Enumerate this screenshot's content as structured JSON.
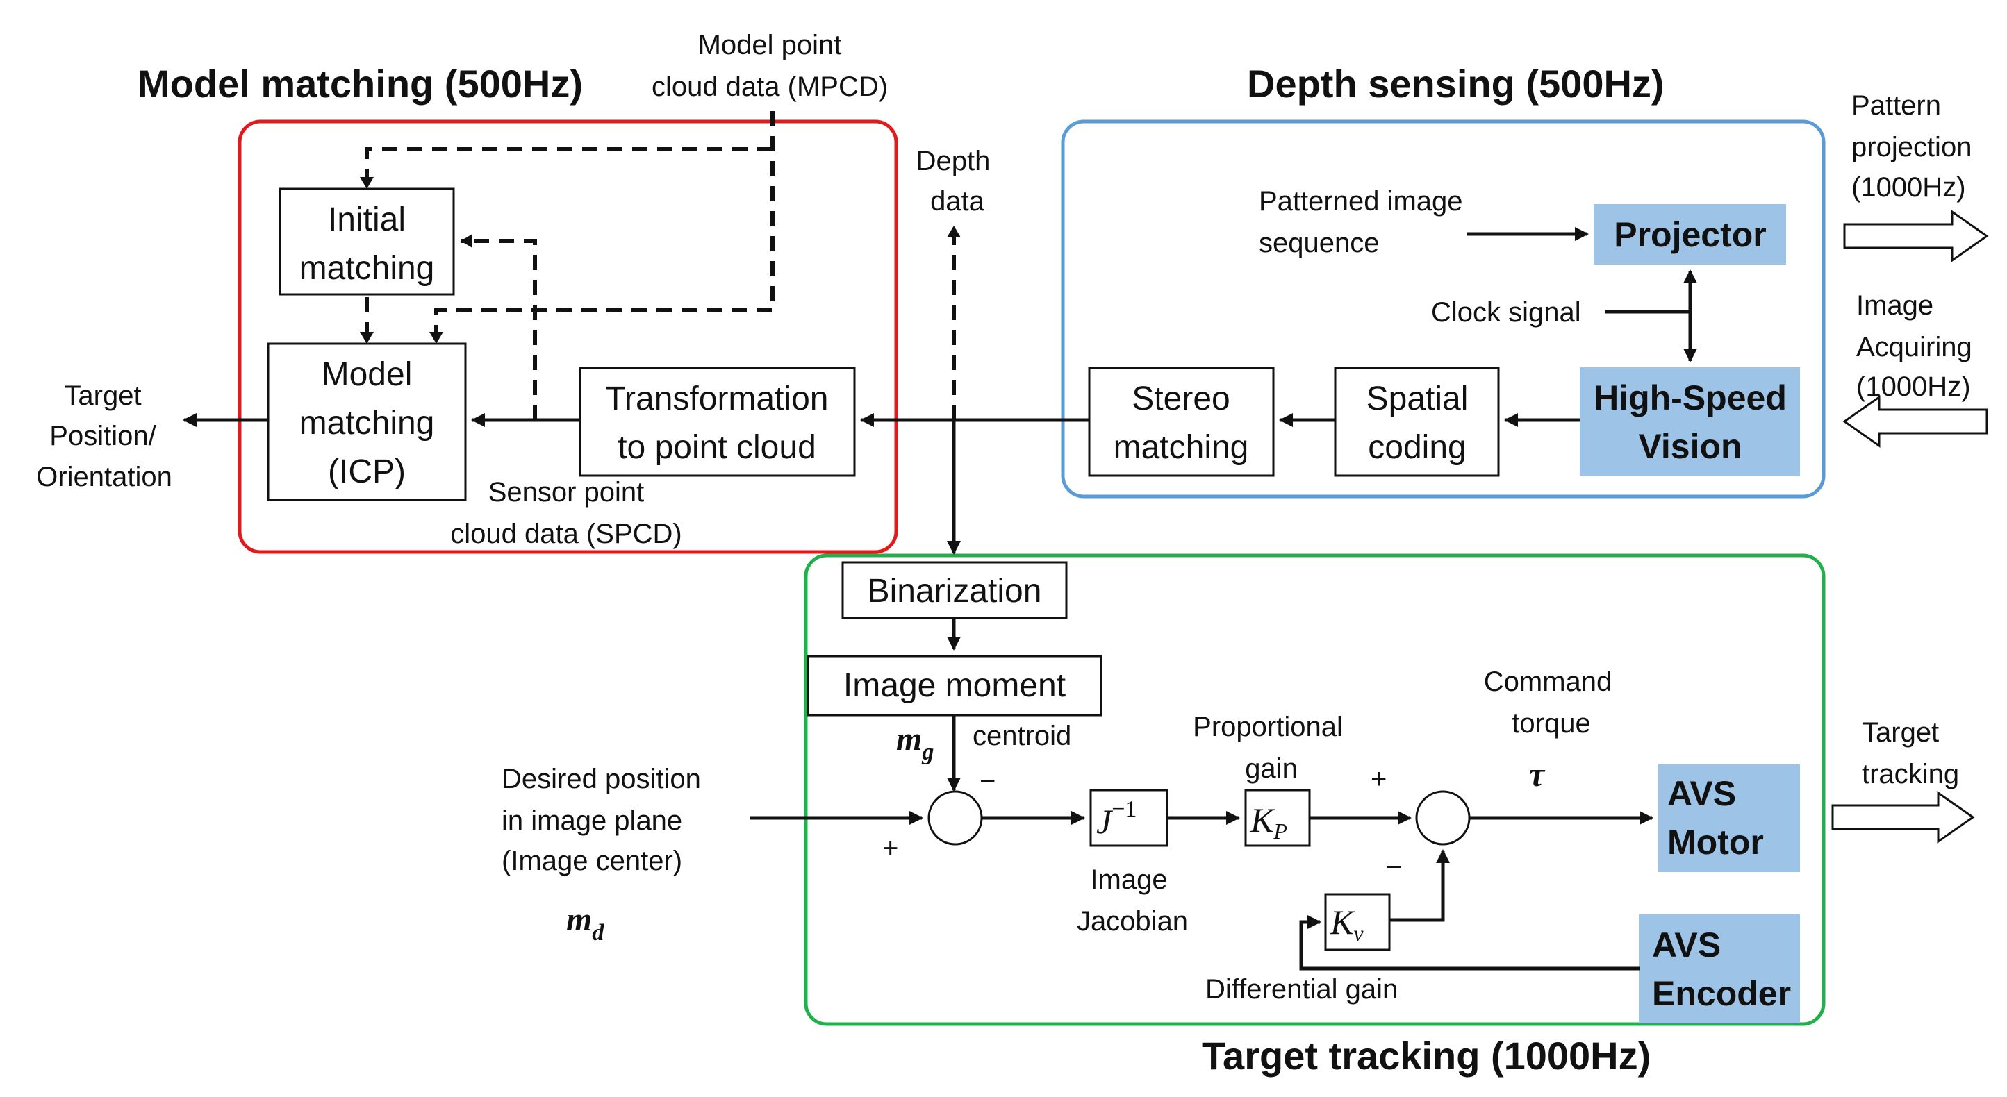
{
  "colors": {
    "model_matching_border": "#e31a1c",
    "depth_sensing_border": "#5b9bd5",
    "target_tracking_border": "#22b04c",
    "hardware_fill": "#9dc3e6"
  },
  "sections": {
    "model_matching": "Model matching (500Hz)",
    "depth_sensing": "Depth sensing (500Hz)",
    "target_tracking": "Target tracking (1000Hz)"
  },
  "blocks": {
    "initial_matching": [
      "Initial",
      "matching"
    ],
    "model_matching_icp": [
      "Model",
      "matching",
      "(ICP)"
    ],
    "transformation": [
      "Transformation",
      "to point cloud"
    ],
    "stereo_matching": [
      "Stereo",
      "matching"
    ],
    "spatial_coding": [
      "Spatial",
      "coding"
    ],
    "projector": "Projector",
    "high_speed_vision": [
      "High-Speed",
      "Vision"
    ],
    "binarization": "Binarization",
    "image_moment": "Image moment",
    "avs_motor": [
      "AVS",
      "Motor"
    ],
    "avs_encoder": [
      "AVS",
      "Encoder"
    ]
  },
  "labels": {
    "mpcd": [
      "Model point",
      "cloud data (MPCD)"
    ],
    "spcd": [
      "Sensor point",
      "cloud data (SPCD)"
    ],
    "depth_data": [
      "Depth",
      "data"
    ],
    "target_output": [
      "Target",
      "Position/",
      "Orientation"
    ],
    "patterned_image": [
      "Patterned image",
      "sequence"
    ],
    "clock_signal": "Clock signal",
    "pattern_projection": [
      "Pattern",
      "projection",
      "(1000Hz)"
    ],
    "image_acquiring": [
      "Image",
      "Acquiring",
      "(1000Hz)"
    ],
    "centroid": "centroid",
    "desired_position": [
      "Desired position",
      "in image plane",
      "(Image center)"
    ],
    "proportional_gain": [
      "Proportional",
      "gain"
    ],
    "command_torque": [
      "Command",
      "torque"
    ],
    "image_jacobian": [
      "Image",
      "Jacobian"
    ],
    "differential_gain": "Differential gain",
    "target_tracking_out": [
      "Target",
      "tracking"
    ]
  },
  "symbols": {
    "mg_base": "m",
    "mg_sub": "g",
    "md_base": "m",
    "md_sub": "d",
    "tau": "τ",
    "jinv_base": "J",
    "jinv_sup": "−1",
    "kp_base": "K",
    "kp_sub": "P",
    "kv_base": "K",
    "kv_sub": "v",
    "plus": "+",
    "minus": "−"
  }
}
